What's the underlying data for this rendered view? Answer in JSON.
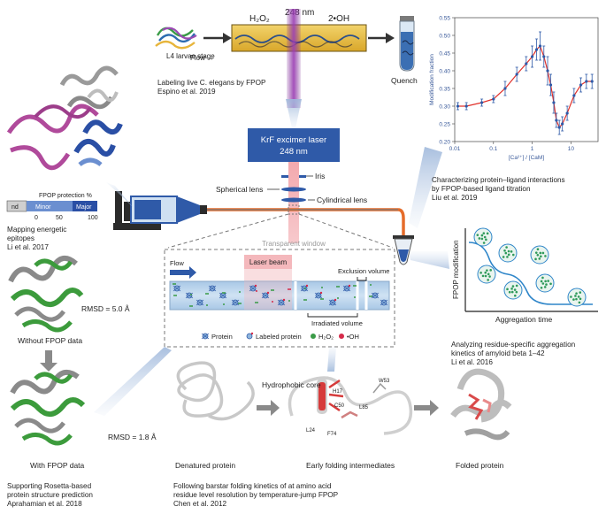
{
  "top": {
    "h2o2": "H₂O₂",
    "wavelength": "248 nm",
    "oh": "2•OH",
    "larvae": "L4 larvae stage",
    "flow": "Flow →",
    "quench": "Quench",
    "caption_1": "Labeling live C. elegans by FPOP",
    "caption_2": "Espino et al. 2019"
  },
  "laser": {
    "title": "KrF excimer laser",
    "wavelength": "248 nm",
    "iris": "Iris",
    "spherical_lens": "Spherical lens",
    "cylindrical_lens": "Cylindrical lens",
    "transparent_window": "Transparent window"
  },
  "window_detail": {
    "flow": "Flow",
    "laser_beam": "Laser beam",
    "exclusion_volume": "Exclusion volume",
    "irradiated_volume": "Irradiated volume",
    "legend": {
      "protein": "Protein",
      "labeled_protein": "Labeled protein",
      "h2o2": "H₂O₂",
      "oh": "•OH"
    }
  },
  "epitope": {
    "protection_title": "FPOP protection %",
    "nd": "nd",
    "minor": "Minor",
    "major": "Major",
    "ticks": [
      "0",
      "50",
      "100"
    ],
    "caption_1": "Mapping energetic",
    "caption_2": "epitopes",
    "caption_3": "Li et al. 2017"
  },
  "rosetta": {
    "rmsd_without": "RMSD = 5.0 Å",
    "without_label": "Without FPOP data",
    "rmsd_with": "RMSD = 1.8 Å",
    "with_label": "With FPOP data",
    "caption_1": "Supporting Rosetta-based",
    "caption_2": "protein structure prediction",
    "caption_3": "Aprahamian et al. 2018"
  },
  "folding": {
    "denatured": "Denatured protein",
    "intermediates": "Early folding intermediates",
    "folded": "Folded protein",
    "hydrophobic_core": "Hydrophobic core",
    "residues": [
      "H17",
      "C50",
      "L24",
      "F74",
      "L85",
      "W53"
    ],
    "caption_1": "Following barstar folding kinetics of at amino acid",
    "caption_2": "residue level resolution by temperature-jump FPOP",
    "caption_3": "Chen et al. 2012"
  },
  "ligand": {
    "caption_1": "Characterizing protein–ligand interactions",
    "caption_2": "by FPOP-based ligand titration",
    "caption_3": "Liu et al. 2019"
  },
  "aggregation": {
    "ylabel": "FPOP modification",
    "xlabel": "Aggregation time",
    "caption_1": "Analyzing residue-specific aggregation",
    "caption_2": "kinetics of amyloid beta 1–42",
    "caption_3": "Li et al. 2016"
  },
  "chart_data": {
    "type": "scatter",
    "title": "",
    "xlabel": "[Ca²⁺] / [CaM]",
    "ylabel": "Modification fraction",
    "xscale": "log",
    "xlim": [
      0.01,
      50
    ],
    "ylim": [
      0.2,
      0.55
    ],
    "yticks": [
      "0.20",
      "0.25",
      "0.30",
      "0.35",
      "0.40",
      "0.45",
      "0.50",
      "0.55"
    ],
    "xticks": [
      {
        "value": 0.01,
        "label": "0.01"
      },
      {
        "value": 0.1,
        "label": "0.1"
      },
      {
        "value": 1,
        "label": "1"
      },
      {
        "value": 10,
        "label": "10"
      }
    ],
    "grid": false,
    "points": [
      {
        "x": 0.012,
        "y": 0.3,
        "err": 0.01
      },
      {
        "x": 0.02,
        "y": 0.3,
        "err": 0.01
      },
      {
        "x": 0.05,
        "y": 0.31,
        "err": 0.01
      },
      {
        "x": 0.1,
        "y": 0.32,
        "err": 0.01
      },
      {
        "x": 0.2,
        "y": 0.35,
        "err": 0.02
      },
      {
        "x": 0.4,
        "y": 0.39,
        "err": 0.02
      },
      {
        "x": 0.7,
        "y": 0.42,
        "err": 0.02
      },
      {
        "x": 1.0,
        "y": 0.44,
        "err": 0.03
      },
      {
        "x": 1.3,
        "y": 0.46,
        "err": 0.03
      },
      {
        "x": 1.6,
        "y": 0.47,
        "err": 0.04
      },
      {
        "x": 2.0,
        "y": 0.44,
        "err": 0.03
      },
      {
        "x": 2.5,
        "y": 0.4,
        "err": 0.04
      },
      {
        "x": 3.0,
        "y": 0.36,
        "err": 0.03
      },
      {
        "x": 3.6,
        "y": 0.31,
        "err": 0.03
      },
      {
        "x": 4.2,
        "y": 0.26,
        "err": 0.02
      },
      {
        "x": 5.0,
        "y": 0.24,
        "err": 0.02
      },
      {
        "x": 6.0,
        "y": 0.25,
        "err": 0.02
      },
      {
        "x": 8.0,
        "y": 0.28,
        "err": 0.02
      },
      {
        "x": 12,
        "y": 0.33,
        "err": 0.02
      },
      {
        "x": 18,
        "y": 0.36,
        "err": 0.02
      },
      {
        "x": 25,
        "y": 0.37,
        "err": 0.02
      },
      {
        "x": 35,
        "y": 0.37,
        "err": 0.02
      }
    ],
    "fit_color": "#e0302a",
    "point_color": "#2f5aa8"
  }
}
